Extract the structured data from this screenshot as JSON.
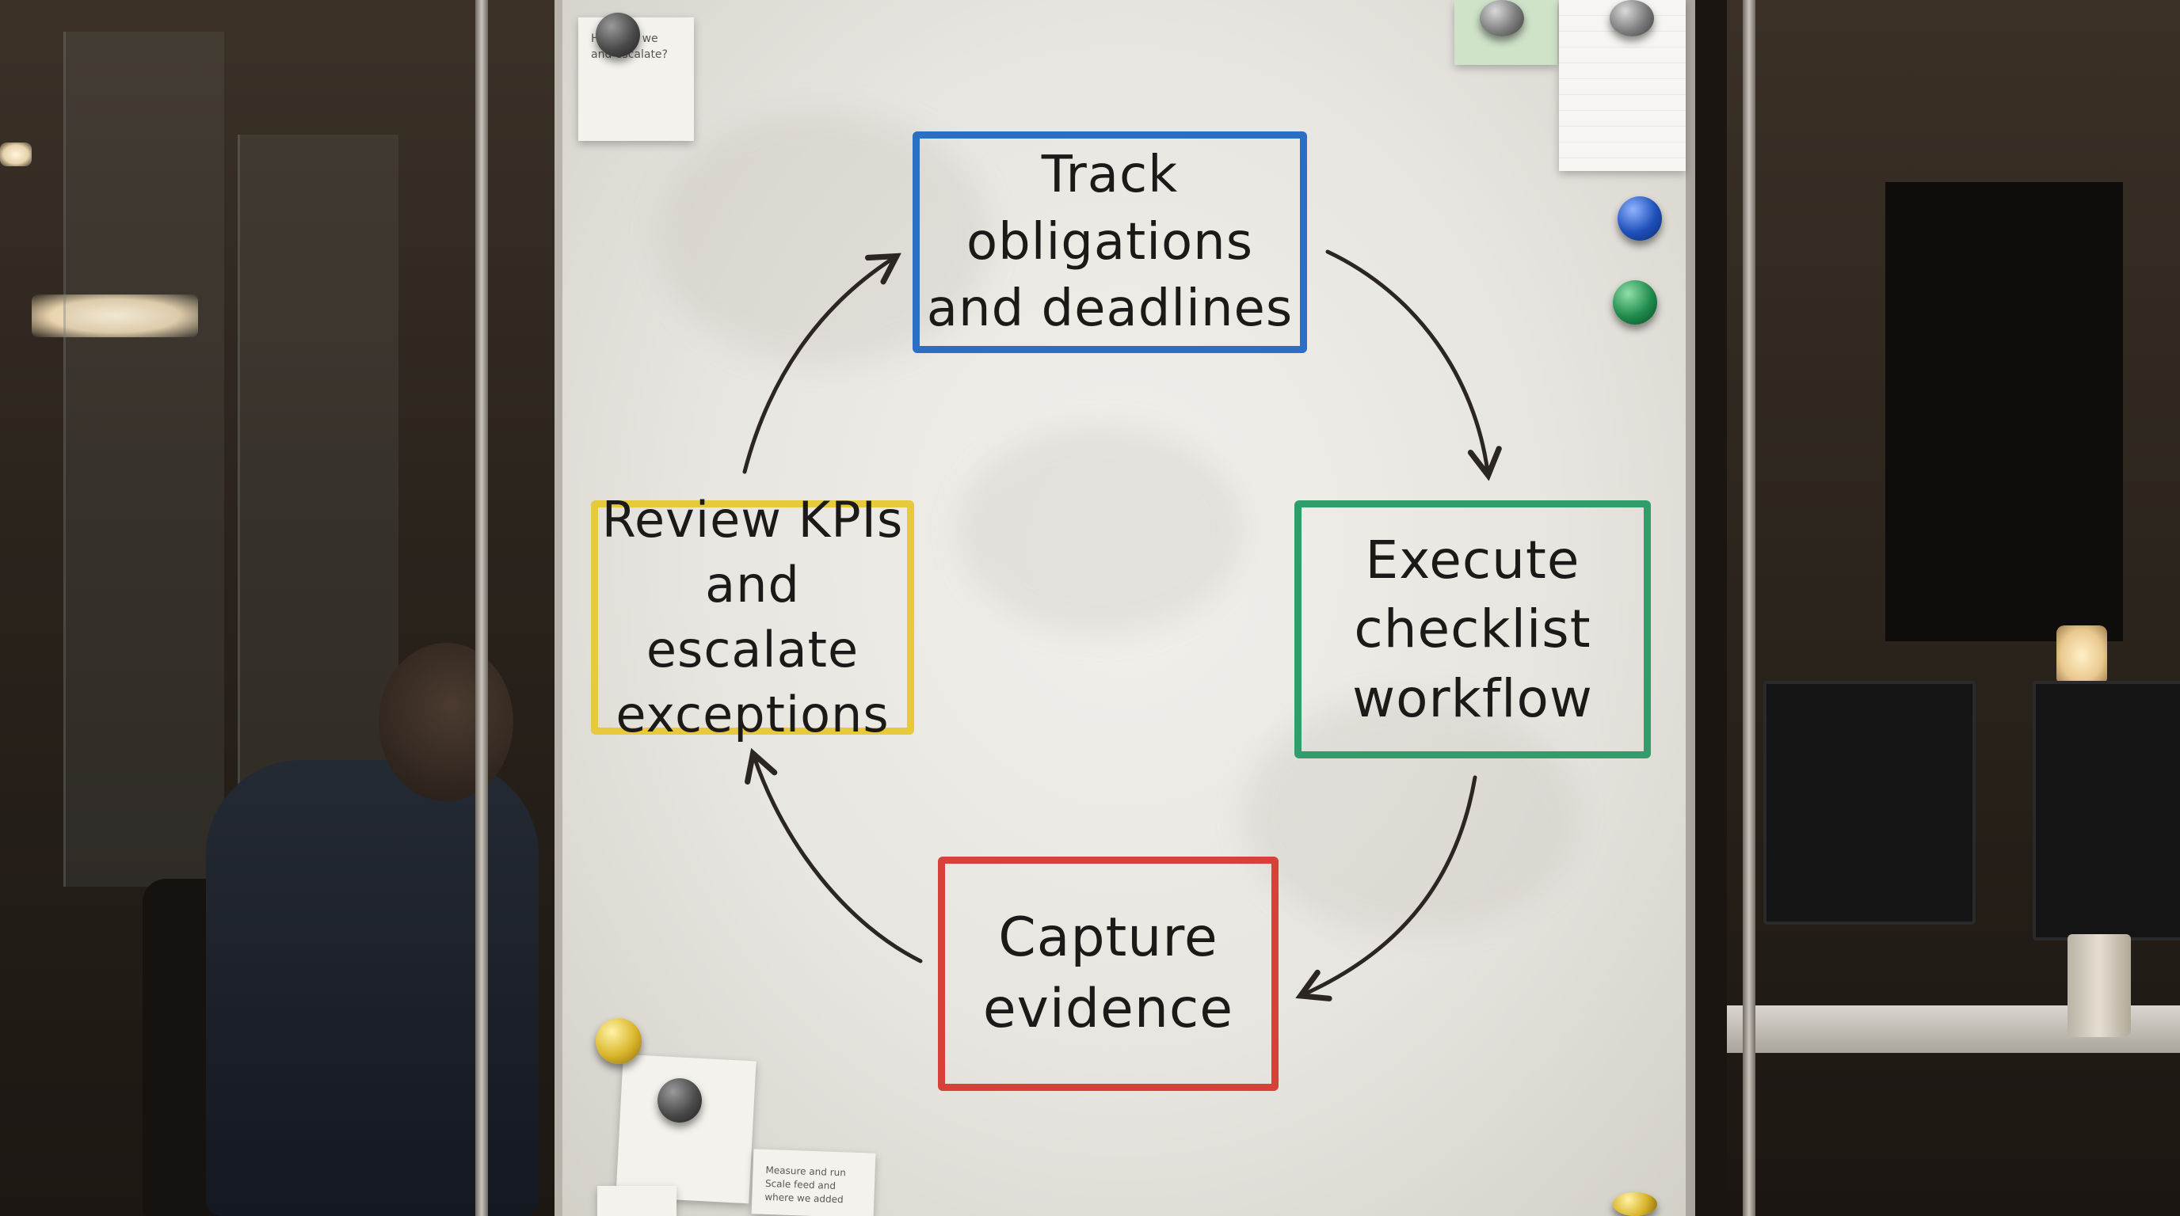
{
  "whiteboard": {
    "nodes": [
      {
        "id": "track",
        "label": "Track obligations\nand deadlines",
        "color": "#2a6fc4"
      },
      {
        "id": "execute",
        "label": "Execute\nchecklist\nworkflow",
        "color": "#2f9e6a"
      },
      {
        "id": "capture",
        "label": "Capture\nevidence",
        "color": "#d8403a"
      },
      {
        "id": "review",
        "label": "Review KPIs\nand escalate\nexceptions",
        "color": "#e7c93c"
      }
    ],
    "cycle_order": [
      "track",
      "execute",
      "capture",
      "review"
    ],
    "arrow_color": "#2b2622",
    "sticky_notes": [
      {
        "id": "top-left-note",
        "text": "How can we\nand escalate?"
      },
      {
        "id": "bottom-note",
        "text": "Measure and run\nScale feed and\nwhere we added"
      }
    ],
    "magnet_colors": [
      "grey",
      "blue",
      "green",
      "yellow"
    ]
  }
}
